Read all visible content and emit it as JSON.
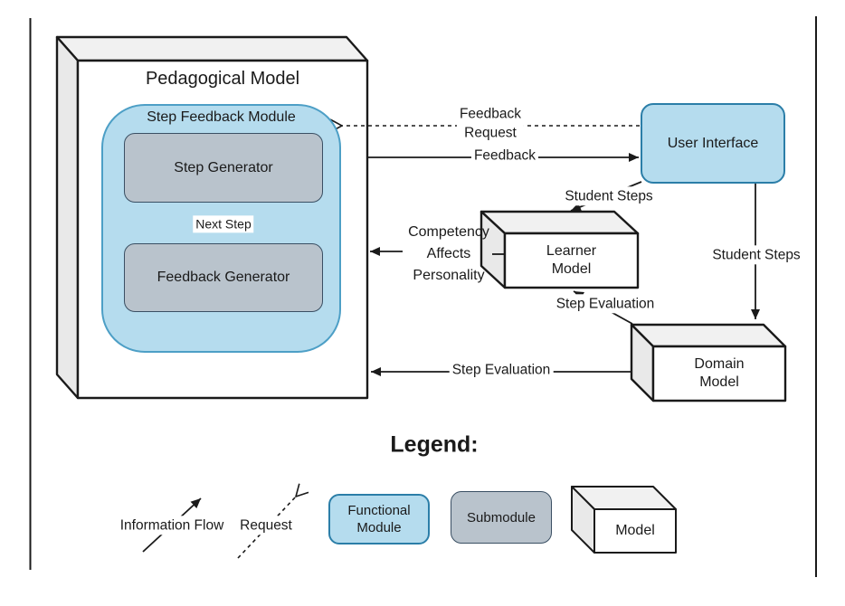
{
  "diagram": {
    "pedagogical_model": {
      "title": "Pedagogical Model"
    },
    "step_feedback_module": {
      "title": "Step Feedback Module"
    },
    "step_generator": {
      "label": "Step Generator"
    },
    "feedback_generator": {
      "label": "Feedback Generator"
    },
    "user_interface": {
      "label": "User Interface"
    },
    "learner_model": {
      "line1": "Learner",
      "line2": "Model"
    },
    "domain_model": {
      "line1": "Domain",
      "line2": "Model"
    },
    "connections": {
      "next_step": {
        "label": "Next Step",
        "style": "solid"
      },
      "feedback_request": {
        "line1": "Feedback",
        "line2": "Request",
        "style": "dashed"
      },
      "feedback": {
        "label": "Feedback",
        "style": "solid"
      },
      "student_steps_to_learner": {
        "label": "Student Steps",
        "style": "solid"
      },
      "student_steps_to_domain": {
        "label": "Student Steps",
        "style": "solid"
      },
      "competency": {
        "line1": "Competency",
        "line2": "Affects",
        "line3": "Personality",
        "style": "solid"
      },
      "step_evaluation_to_learner": {
        "label": "Step Evaluation",
        "style": "solid"
      },
      "step_evaluation_to_pedagogical": {
        "label": "Step Evaluation",
        "style": "solid"
      }
    }
  },
  "legend": {
    "title": "Legend:",
    "information_flow": "Information Flow",
    "request": "Request",
    "functional_module": {
      "line1": "Functional",
      "line2": "Module"
    },
    "submodule": "Submodule",
    "model": "Model"
  },
  "colors": {
    "functional_module_fill": "#b5dcee",
    "functional_module_border": "#4d9fc6",
    "ui_border": "#2b7ea8",
    "submodule_fill": "#b9c3cc",
    "submodule_border": "#3a4f63",
    "box_top_face": "#f1f1f1",
    "box_side_face": "#e9e9e9",
    "line": "#1a1a1a"
  }
}
